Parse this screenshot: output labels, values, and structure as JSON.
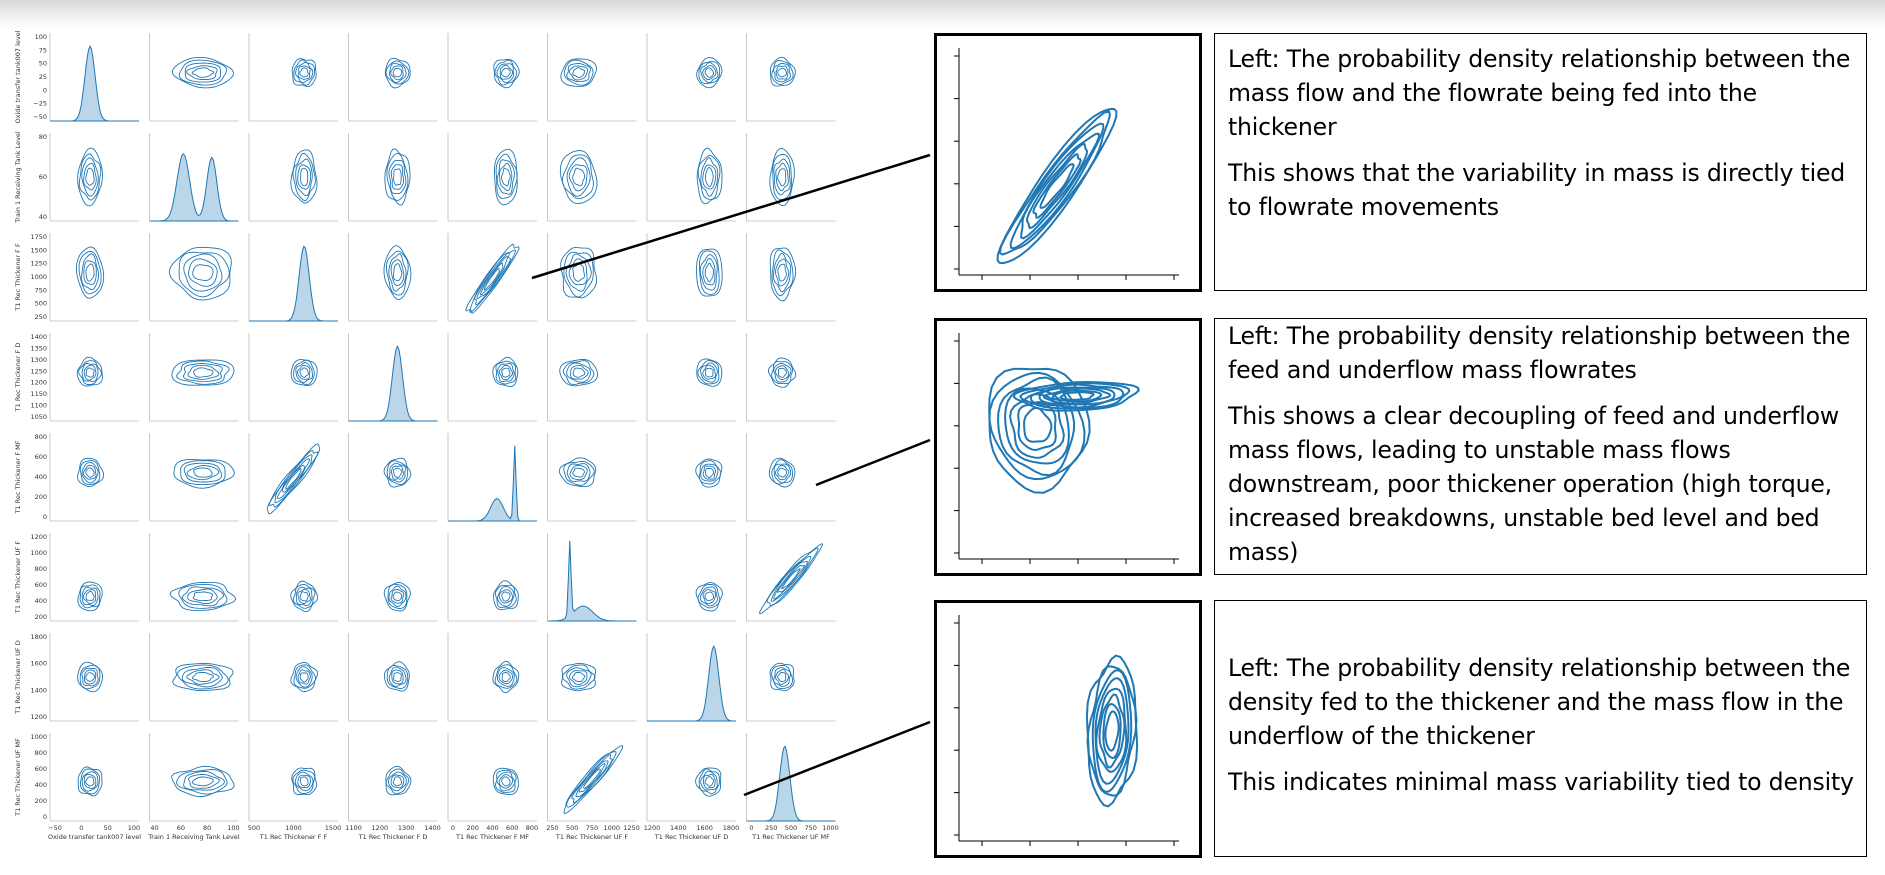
{
  "variables": [
    "Oxide transfer tank007 level",
    "Train 1 Receiving Tank Level",
    "T1 Rec Thickener F F",
    "T1 Rec Thickener F D",
    "T1 Rec Thickener F MF",
    "T1 Rec Thickener UF F",
    "T1 Rec Thickener UF D",
    "T1 Rec Thickener UF MF"
  ],
  "chart_data": {
    "type": "pairplot",
    "kind": "kde",
    "color": "#1f77b4",
    "variables": [
      "Oxide transfer tank007 level",
      "Train 1 Receiving Tank Level",
      "T1 Rec Thickener F F",
      "T1 Rec Thickener F D",
      "T1 Rec Thickener F MF",
      "T1 Rec Thickener UF F",
      "T1 Rec Thickener UF D",
      "T1 Rec Thickener UF MF"
    ],
    "x_ticks": [
      [
        "−50",
        "0",
        "50",
        "100"
      ],
      [
        "40",
        "60",
        "80",
        "100"
      ],
      [
        "500",
        "1000",
        "1500"
      ],
      [
        "1100",
        "1200",
        "1300",
        "1400"
      ],
      [
        "0",
        "200",
        "400",
        "600",
        "800"
      ],
      [
        "250",
        "500",
        "750",
        "1000",
        "1250"
      ],
      [
        "1200",
        "1400",
        "1600",
        "1800"
      ],
      [
        "0",
        "250",
        "500",
        "750",
        "1000"
      ]
    ],
    "y_ticks": [
      [
        "100",
        "75",
        "50",
        "25",
        "0",
        "−25",
        "−50"
      ],
      [
        "80",
        "60",
        "40"
      ],
      [
        "1750",
        "1500",
        "1250",
        "1000",
        "750",
        "500",
        "250"
      ],
      [
        "1400",
        "1350",
        "1300",
        "1250",
        "1200",
        "1150",
        "1100",
        "1050"
      ],
      [
        "800",
        "600",
        "400",
        "200",
        "0"
      ],
      [
        "1200",
        "1000",
        "800",
        "600",
        "400",
        "200"
      ],
      [
        "1800",
        "1600",
        "1400",
        "1200"
      ],
      [
        "1000",
        "800",
        "600",
        "400",
        "200",
        "0"
      ]
    ],
    "marginal_peaks": [
      0.45,
      0.75,
      0.62,
      0.55,
      0.75,
      0.63,
      0.75,
      0.43
    ]
  },
  "notes": [
    {
      "paragraphs": [
        "Left: The probability density relationship between the mass flow and the flowrate being fed into the thickener",
        "This shows that the variability in mass is directly tied to flowrate movements"
      ]
    },
    {
      "paragraphs": [
        "Left: The probability density relationship between the feed and underflow mass flowrates",
        "This shows a clear decoupling of feed and underflow mass flows, leading to unstable mass flows downstream, poor thickener operation (high torque, increased breakdowns, unstable bed level and bed mass)"
      ]
    },
    {
      "paragraphs": [
        "Left: The probability density relationship between the density fed to the thickener and the mass flow in the underflow of the thickener",
        "This indicates minimal mass variability tied to density"
      ]
    }
  ]
}
